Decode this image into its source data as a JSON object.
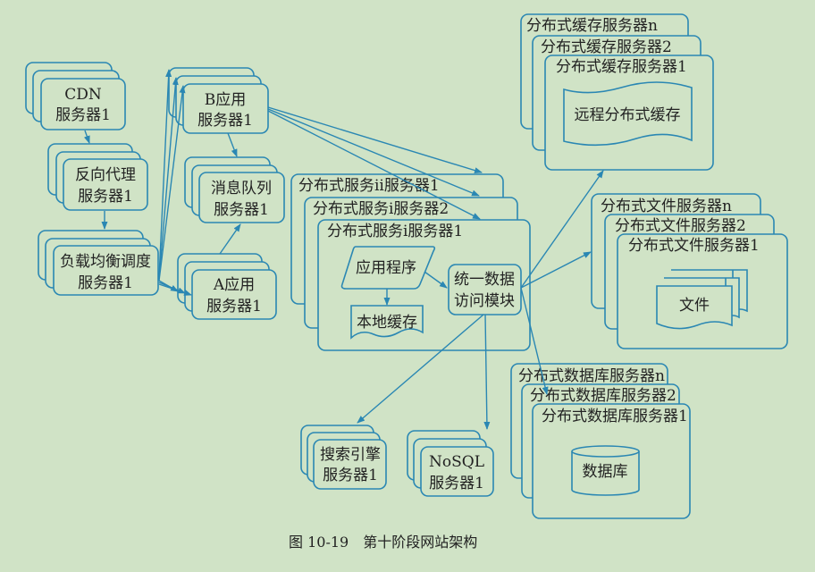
{
  "caption": "图 10-19　第十阶段网站架构",
  "colors": {
    "background": "#d0e3c6",
    "line": "#2a87b3",
    "text": "#222222"
  },
  "nodes": {
    "cdn": [
      "CDN",
      "服务器1"
    ],
    "reverse_proxy": [
      "反向代理",
      "服务器1"
    ],
    "load_balancer": [
      "负载均衡调度",
      "服务器1"
    ],
    "app_b": [
      "B应用",
      "服务器1"
    ],
    "message_queue": [
      "消息队列",
      "服务器1"
    ],
    "app_a": [
      "A应用",
      "服务器1"
    ],
    "search": [
      "搜索引擎",
      "服务器1"
    ],
    "nosql": [
      "NoSQL",
      "服务器1"
    ]
  },
  "dist_service": {
    "titles": [
      "分布式服务ii服务器1",
      "分布式服务i服务器2",
      "分布式服务i服务器1"
    ],
    "app_program": "应用程序",
    "local_cache": "本地缓存",
    "data_access": [
      "统一数据",
      "访问模块"
    ]
  },
  "cache_servers": {
    "titles": [
      "分布式缓存服务器n",
      "分布式缓存服务器2",
      "分布式缓存服务器1"
    ],
    "content": "远程分布式缓存"
  },
  "file_servers": {
    "titles": [
      "分布式文件服务器n",
      "分布式文件服务器2",
      "分布式文件服务器1"
    ],
    "content": "文件"
  },
  "db_servers": {
    "titles": [
      "分布式数据库服务器n",
      "分布式数据库服务器2",
      "分布式数据库服务器1"
    ],
    "content": "数据库"
  }
}
